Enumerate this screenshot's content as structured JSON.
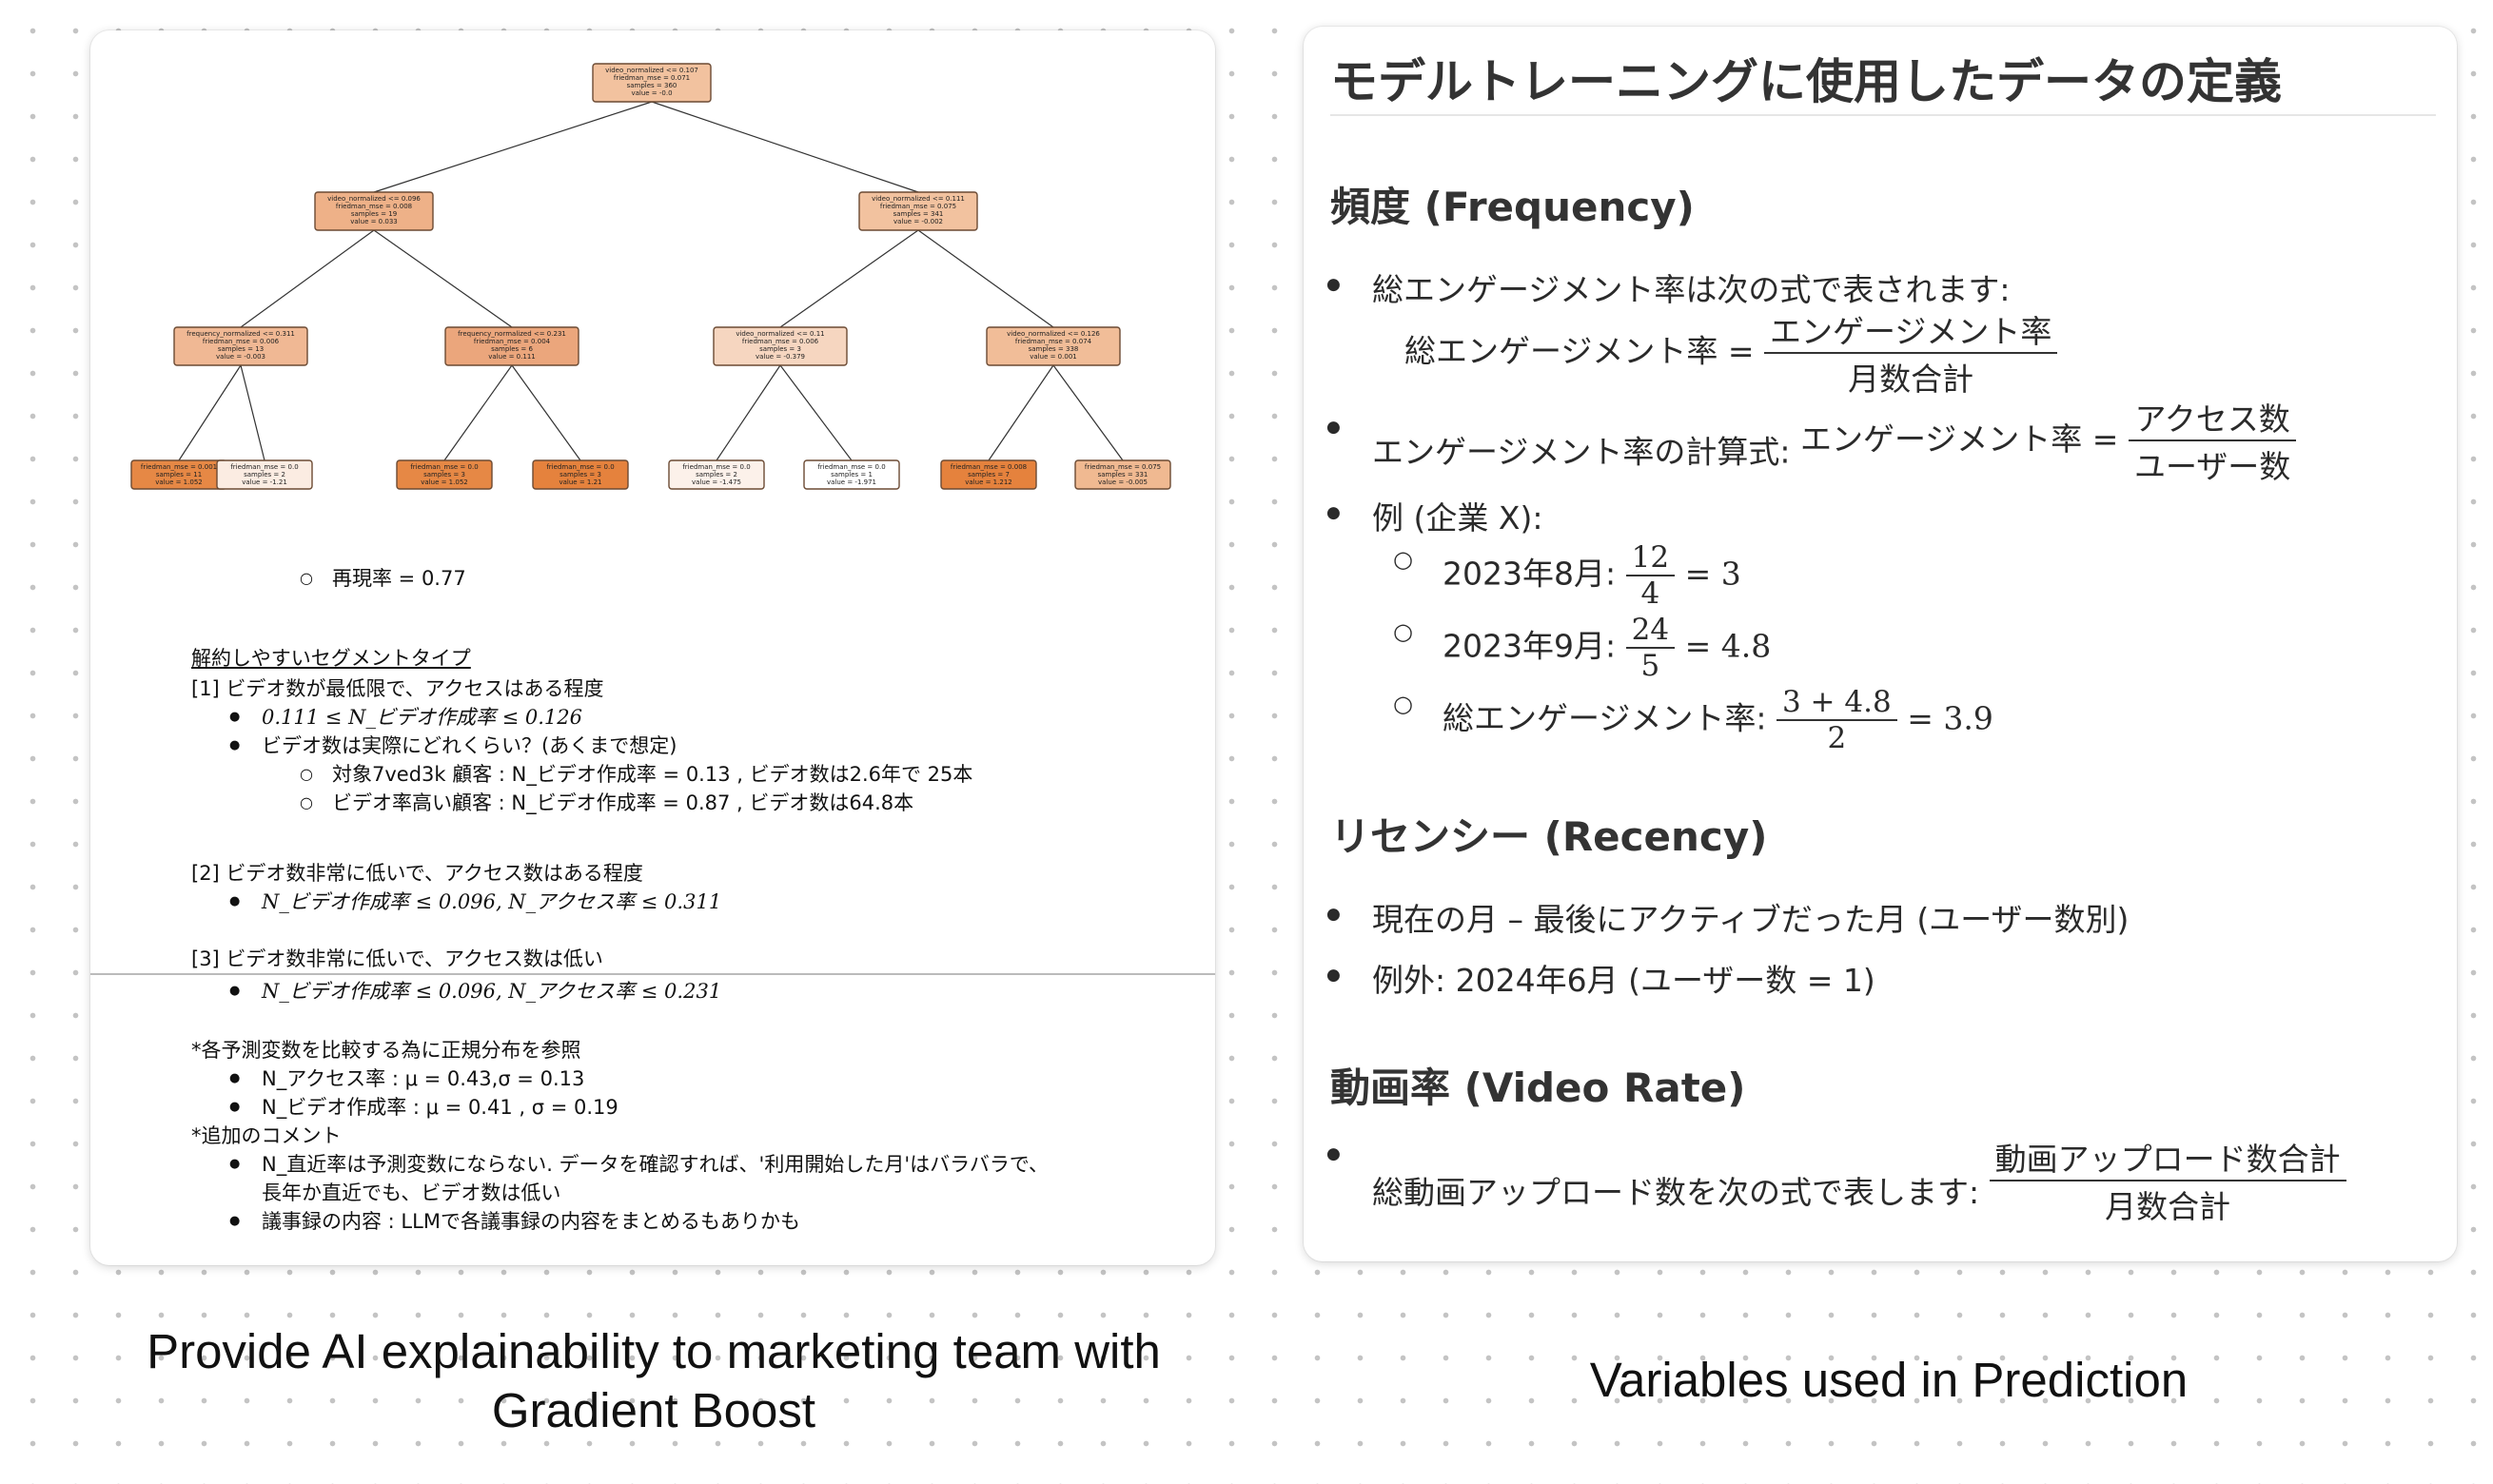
{
  "tree": {
    "nodes": [
      {
        "l1": "video_normalized <= 0.107",
        "l2": "friedman_mse = 0.071",
        "l3": "samples = 360",
        "l4": "value = -0.0",
        "fill": "#f2c29f"
      },
      {
        "l1": "video_normalized <= 0.096",
        "l2": "friedman_mse = 0.008",
        "l3": "samples = 19",
        "l4": "value = 0.033",
        "fill": "#eeb188"
      },
      {
        "l1": "video_normalized <= 0.111",
        "l2": "friedman_mse = 0.075",
        "l3": "samples = 341",
        "l4": "value = -0.002",
        "fill": "#f2c29f"
      },
      {
        "l1": "frequency_normalized <= 0.311",
        "l2": "friedman_mse = 0.006",
        "l3": "samples = 13",
        "l4": "value = -0.003",
        "fill": "#f0b894"
      },
      {
        "l1": "frequency_normalized <= 0.231",
        "l2": "friedman_mse = 0.004",
        "l3": "samples = 6",
        "l4": "value = 0.111",
        "fill": "#eba67c"
      },
      {
        "l1": "video_normalized <= 0.11",
        "l2": "friedman_mse = 0.006",
        "l3": "samples = 3",
        "l4": "value = -0.379",
        "fill": "#f6d6c0"
      },
      {
        "l1": "video_normalized <= 0.126",
        "l2": "friedman_mse = 0.074",
        "l3": "samples = 338",
        "l4": "value = 0.001",
        "fill": "#f1bd98"
      },
      {
        "l1": "friedman_mse = 0.001",
        "l2": "samples = 11",
        "l3": "value = 1.052",
        "l4": "",
        "fill": "#e68845"
      },
      {
        "l1": "friedman_mse = 0.0",
        "l2": "samples = 2",
        "l3": "value = -1.21",
        "l4": "",
        "fill": "#fbece2"
      },
      {
        "l1": "friedman_mse = 0.0",
        "l2": "samples = 3",
        "l3": "value = 1.052",
        "l4": "",
        "fill": "#e68845"
      },
      {
        "l1": "friedman_mse = 0.0",
        "l2": "samples = 3",
        "l3": "value = 1.21",
        "l4": "",
        "fill": "#e5823d"
      },
      {
        "l1": "friedman_mse = 0.0",
        "l2": "samples = 2",
        "l3": "value = -1.475",
        "l4": "",
        "fill": "#fcf1ea"
      },
      {
        "l1": "friedman_mse = 0.0",
        "l2": "samples = 1",
        "l3": "value = -1.971",
        "l4": "",
        "fill": "#ffffff"
      },
      {
        "l1": "friedman_mse = 0.008",
        "l2": "samples = 7",
        "l3": "value = 1.212",
        "l4": "",
        "fill": "#e5823d"
      },
      {
        "l1": "friedman_mse = 0.075",
        "l2": "samples = 331",
        "l3": "value = -0.005",
        "fill": "#f0b991"
      }
    ]
  },
  "left_notes": {
    "recall": "再現率 = 0.77",
    "segment_heading": "解約しやすいセグメントタイプ",
    "s1_title": "[1] ビデオ数が最低限で、アクセスはある程度",
    "s1_b1": "0.111 ≤ N_ビデオ作成率 ≤ 0.126",
    "s1_b2": "ビデオ数は実際にどれくらい？(あくまで想定)",
    "s1_b2a": "対象7ved3k 顧客 :  N_ビデオ作成率  = 0.13 , ビデオ数は2.6年で 25本",
    "s1_b2b": "ビデオ率高い顧客 : N_ビデオ作成率  = 0.87 ,  ビデオ数は64.8本",
    "s2_title": "[2] ビデオ数非常に低いで、アクセス数はある程度",
    "s2_b1": "N_ビデオ作成率 ≤  0.096, N_アクセス率 ≤  0.311",
    "s3_title": "[3] ビデオ数非常に低いで、アクセス数は低い",
    "s3_b1": "N_ビデオ作成率 ≤  0.096, N_アクセス率 ≤  0.231",
    "ref_title": "*各予測変数を比較する為に正規分布を参照",
    "ref_b1": "N_アクセス率 :  μ =  0.43,σ  = 0.13",
    "ref_b2": "N_ビデオ作成率 : μ = 0.41 , σ  = 0.19",
    "extra_title": "*追加のコメント",
    "extra_b1a": "N_直近率は予測変数にならない. データを確認すれば、'利用開始した月'はバラバラで、",
    "extra_b1b": "長年か直近でも、ビデオ数は低い",
    "extra_b2": "議事録の内容 : LLMで各議事録の内容をまとめるもありかも"
  },
  "right": {
    "title": "モデルトレーニングに使用したデータの定義",
    "freq_heading": "頻度 (Frequency)",
    "freq_b1": "総エンゲージメント率は次の式で表されます:",
    "freq_formula_lhs": "総エンゲージメント率 =",
    "freq_formula_num": "エンゲージメント率",
    "freq_formula_den": "月数合計",
    "freq_b2": "エンゲージメント率の計算式:",
    "freq_b2_lhs": "エンゲージメント率 =",
    "freq_b2_num": "アクセス数",
    "freq_b2_den": "ユーザー数",
    "freq_b3": "例 (企業 X):",
    "ex1_label": "2023年8月:",
    "ex1_num": "12",
    "ex1_den": "4",
    "ex1_res": "= 3",
    "ex2_label": "2023年9月:",
    "ex2_num": "24",
    "ex2_den": "5",
    "ex2_res": "= 4.8",
    "ex3_label": "総エンゲージメント率:",
    "ex3_num": "3 + 4.8",
    "ex3_den": "2",
    "ex3_res": "= 3.9",
    "rec_heading": "リセンシー (Recency)",
    "rec_b1": "現在の月  –  最後にアクティブだった月 (ユーザー数別)",
    "rec_b2": "例外: 2024年6月 (ユーザー数 = 1)",
    "vid_heading": "動画率 (Video Rate)",
    "vid_b1": "総動画アップロード数を次の式で表します:",
    "vid_num": "動画アップロード数合計",
    "vid_den": "月数合計"
  },
  "captions": {
    "left": "Provide AI explainability to marketing team with Gradient Boost",
    "right": "Variables used in Prediction"
  }
}
